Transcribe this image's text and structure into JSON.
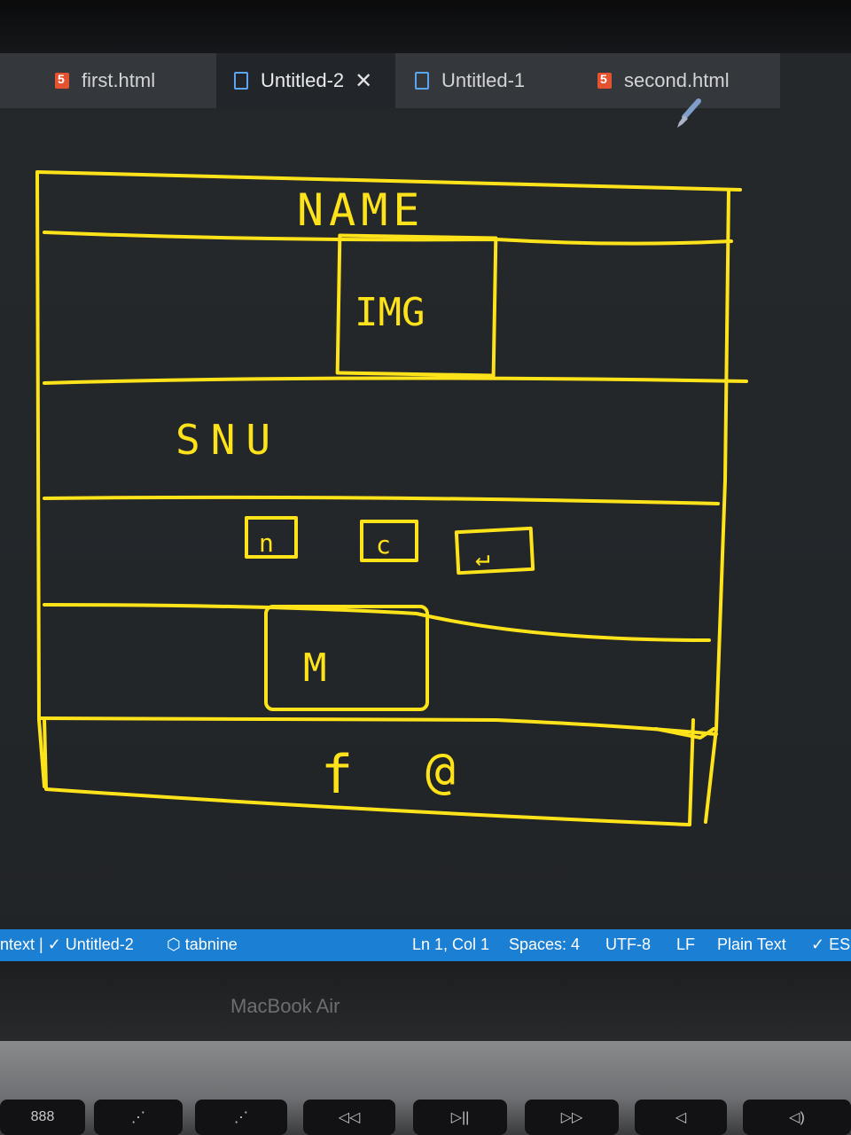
{
  "tabs": [
    {
      "label": "first.html",
      "icon": "html5-icon"
    },
    {
      "label": "Untitled-2",
      "icon": "file-icon",
      "active": true,
      "close": "✕"
    },
    {
      "label": "Untitled-1",
      "icon": "file-icon"
    },
    {
      "label": "second.html",
      "icon": "html5-icon"
    }
  ],
  "sketch": {
    "stroke_color": "#ffe31a",
    "name_label": "NAME",
    "img_label": "IMG",
    "nav_label": "SNU",
    "icon_labels": [
      "n",
      "c",
      "↵"
    ],
    "main_label": "M",
    "footer_labels": [
      "f",
      "@"
    ]
  },
  "statusbar": {
    "left": "ntext | ✓ Untitled-2",
    "extension": "tabnine",
    "position": "Ln 1, Col 1",
    "spaces": "Spaces: 4",
    "encoding": "UTF-8",
    "eol": "LF",
    "language": "Plain Text",
    "lint": "✓ ES"
  },
  "device": {
    "brand": "MacBook Air"
  },
  "keys": [
    "888",
    "⋰",
    "⋰",
    "◁◁",
    "▷||",
    "▷▷",
    "◁",
    "◁)"
  ]
}
